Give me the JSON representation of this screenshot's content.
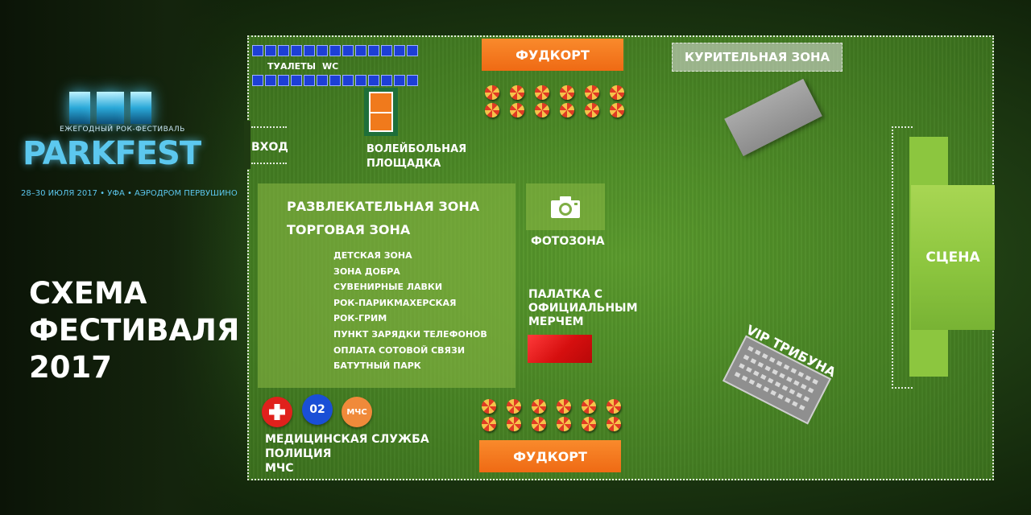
{
  "logo": {
    "subtitle": "ЕЖЕГОДНЫЙ РОК-ФЕСТИВАЛЬ",
    "name": "PARKFEST",
    "dates": "28–30 ИЮЛЯ 2017 • УФА • АЭРОДРОМ ПЕРВУШИНО"
  },
  "scheme_title": [
    "СХЕМА",
    "ФЕСТИВАЛЯ",
    "2017"
  ],
  "map": {
    "toilets": {
      "label": "ТУАЛЕТЫ",
      "wc": "WC"
    },
    "entrance": "ВХОД",
    "volleyball": [
      "ВОЛЕЙБОЛЬНАЯ",
      "ПЛОЩАДКА"
    ],
    "foodcourt_top": "ФУДКОРТ",
    "foodcourt_bottom": "ФУДКОРТ",
    "smoking_zone": "КУРИТЕЛЬНАЯ ЗОНА",
    "entertainment": {
      "headings": [
        "РАЗВЛЕКАТЕЛЬНАЯ ЗОНА",
        "ТОРГОВАЯ ЗОНА"
      ],
      "items": [
        "ДЕТСКАЯ ЗОНА",
        "ЗОНА ДОБРА",
        "СУВЕНИРНЫЕ ЛАВКИ",
        "РОК-ПАРИКМАХЕРСКАЯ",
        "РОК-ГРИМ",
        "ПУНКТ ЗАРЯДКИ ТЕЛЕФОНОВ",
        "ОПЛАТА СОТОВОЙ СВЯЗИ",
        "БАТУТНЫЙ ПАРК"
      ]
    },
    "photo_zone": "ФОТОЗОНА",
    "merch": [
      "ПАЛАТКА С",
      "ОФИЦИАЛЬНЫМ",
      "МЕРЧЕМ"
    ],
    "stage": "СЦЕНА",
    "vip": "VIP ТРИБУНА",
    "services": {
      "police_badge": "02",
      "emergency_badge": "МЧС",
      "lines": [
        "МЕДИЦИНСКАЯ СЛУЖБА",
        "ПОЛИЦИЯ",
        "МЧС"
      ]
    }
  },
  "colors": {
    "grass": "#4a8625",
    "orange": "#f07a1c",
    "stage_green": "#8dc63f",
    "toilet_blue": "#1d3fd6",
    "medical_red": "#e0211c",
    "police_blue": "#1a4fd6",
    "emergency_orange": "#f08a3a",
    "logo_cyan": "#5cc8ef"
  },
  "icons": [
    "camera-icon",
    "medical-cross-icon",
    "umbrella-icon"
  ]
}
